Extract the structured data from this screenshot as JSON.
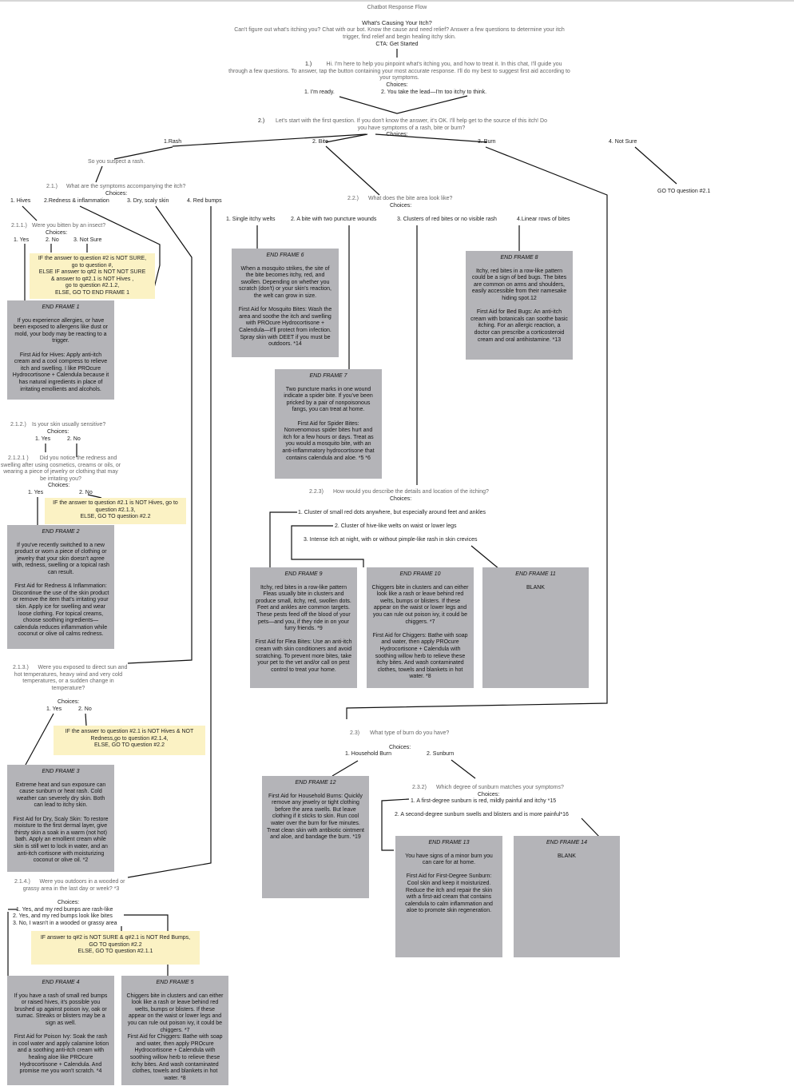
{
  "page_title": "Chatbot Response Flow",
  "header": {
    "heading": "What's Causing Your Itch?",
    "intro": "Can't figure out what's itching you? Chat with our bot. Know the cause and need relief? Answer a few questions to determine your itch trigger, find relief and begin healing itchy skin.",
    "cta": "CTA: Get Started"
  },
  "q1": {
    "num": "1.)",
    "text": "Hi. I'm here to help you pinpoint what's itching you, and how to treat it. In this chat, I'll guide you through a few questions. To answer, tap the button containing your most accurate response. I'll do my best to suggest first aid according to your symptoms.",
    "choices_label": "Choices:",
    "choice1": "1. I'm ready.",
    "choice2": "2. You take the lead—I'm too itchy to think."
  },
  "q2": {
    "num": "2.)",
    "text": "Let's start with the first question. If you don't know the answer, it's OK. I'll help get to the source of this itch! Do you have symptoms of a rash, bite or burn?",
    "choices_label": "Choices:",
    "opt1": "1.Rash",
    "opt2": "2. Bite",
    "opt3": "3. Burn",
    "opt4": "4. Not Sure",
    "goto": "GO TO question #2.1"
  },
  "rash": {
    "suspect": "So you suspect a rash.",
    "q21_num": "2.1.)",
    "q21_text": "What are the symptoms accompanying the itch?",
    "choices_label": "Choices:",
    "c1": "1. Hives",
    "c2": "2.Redness & inflammation",
    "c3": "3. Dry, scaly skin",
    "c4": "4. Red bumps",
    "q211_num": "2.1.1.)",
    "q211_text": "Were you bitten by an insect?",
    "q211_choices": "Choices:",
    "q211_yes": "1. Yes",
    "q211_no": "2. No",
    "q211_ns": "3. Not Sure",
    "q212_num": "2.1.2.)",
    "q212_text": "Is your skin usually sensitive?",
    "q212_choices": "Choices:",
    "q212_yes": "1. Yes",
    "q212_no": "2. No",
    "q2121_num": "2.1.2.1 )",
    "q2121_text": "Did you notice the redness and swelling after using cosmetics, creams or oils, or wearing a piece of jewelry or clothing that may be irritating you?",
    "q2121_choices": "Choices:",
    "q2121_yes": "1. Yes",
    "q2121_no": "2. No",
    "q213_num": "2.1.3.)",
    "q213_text": "Were you exposed to direct sun and hot temperatures, heavy wind and very cold temperatures, or a sudden change in temperature?",
    "q213_choices": "Choices:",
    "q213_yes": "1. Yes",
    "q213_no": "2. No",
    "q214_num": "2.1.4.)",
    "q214_text": "Were you outdoors in a wooded or grassy area in the last day or week? *3",
    "q214_choices": "Choices:",
    "q214_c1": "1. Yes, and my red bumps are rash-like",
    "q214_c2": "2. Yes, and my red bumps look like bites",
    "q214_c3": "3. No, I wasn't in a wooded or grassy area"
  },
  "notes": {
    "n1": "IF the answer to question #2 is NOT SURE,\ngo to question #,\nELSE IF answer to q#2 is NOT NOT SURE\n& answer to q#2.1 is NOT Hives ,\ngo to question #2.1.2,\nELSE, GO TO END FRAME 1",
    "n2": "IF the answer to question #2.1 is NOT Hives, go to\nquestion #2.1.3,\nELSE, GO TO question #2.2",
    "n3": "IF the answer to question #2.1 is NOT Hives & NOT\nRedness,go to question #2.1.4,\nELSE, GO TO question #2.2",
    "n4": "IF answer to q#2 is NOT SURE & q#2.1 is NOT Red Bumps,\nGO TO question #2.2\nELSE, GO TO question #2.1.1"
  },
  "bite": {
    "q22_num": "2.2.)",
    "q22_text": "What does the bite area look like?",
    "choices_label": "Choices:",
    "c1": "1. Single itchy welts",
    "c2": "2. A bite with two puncture wounds",
    "c3": "3. Clusters of red bites or no visible rash",
    "c4": "4.Linear rows of bites",
    "q223_num": "2.2.3)",
    "q223_text": "How would you describe the details and location of the itching?",
    "q223_choices": "Choices:",
    "q223_c1": "1. Cluster of small red dots anywhere, but especially around feet and ankles",
    "q223_c2": "2. Cluster of hive-like welts on waist or lower legs",
    "q223_c3": "3. Intense itch at night, with or without pimple-like rash in skin crevices"
  },
  "burn": {
    "q23_num": "2.3)",
    "q23_text": "What type of burn do you have?",
    "choices_label": "Choices:",
    "c1": "1. Household Burn",
    "c2": "2. Sunburn",
    "q232_num": "2.3.2)",
    "q232_text": "Which degree of sunburn matches your symptoms?",
    "q232_choices": "Choices:",
    "q232_c1": "1. A first-degree sunburn is red, mildly painful and itchy *15",
    "q232_c2": "2. A second-degree sunburn swells and blisters and is more painful*16"
  },
  "frames": {
    "f1": {
      "title": "END FRAME 1",
      "body": "If you experience allergies, or have been exposed to allergens like dust or mold, your body may be reacting to a trigger.\n\nFirst Aid for Hives: Apply anti-itch cream and a cool compress to relieve itch and swelling. I like PROcure Hydrocortisone + Calendula because it has natural ingredients in place of irritating emollients and alcohols."
    },
    "f2": {
      "title": "END FRAME 2",
      "body": "If you've recently switched to a new product or worn a piece of clothing or jewelry that your skin doesn't agree with, redness, swelling or a topical rash can result.\n\nFirst Aid for Redness & Inflammation: Discontinue the use of the skin product or remove the item that's irritating your skin. Apply ice for swelling and wear loose clothing. For topical creams, choose soothing ingredients—calendula reduces inflammation while coconut or olive oil calms redness."
    },
    "f3": {
      "title": "END FRAME 3",
      "body": "Extreme heat and sun exposure can cause sunburn or heat rash. Cold weather can severely dry skin. Both can lead to itchy skin.\n\nFirst Aid for Dry, Scaly Skin: To restore moisture to the first dermal layer, give thirsty skin a soak in a warm (not hot) bath. Apply an emollient cream while skin is still wet to lock in water, and an anti-itch cortisone with moisturizing coconut or olive oil. *2"
    },
    "f4": {
      "title": "END FRAME 4",
      "body": "If you have a rash of small red bumps or raised hives, it's possible you brushed up against poison ivy, oak or sumac. Streaks or blisters may be a sign as well.\n\nFirst Aid for Poison Ivy: Soak the rash in cool water and apply calamine lotion and a soothing anti-itch cream with healing aloe like PROcure Hydrocortisone + Calendula. And promise me you won't scratch. *4"
    },
    "f5": {
      "title": "END FRAME 5",
      "body": "Chiggers bite in clusters and can either look like a rash or leave behind red welts, bumps or blisters. If these appear on the waist or lower legs and you can rule out poison ivy, it could be chiggers. *7\nFirst Aid for Chiggers: Bathe with soap and water, then apply PROcure Hydrocortisone + Calendula with soothing willow herb to relieve these itchy bites. And wash contaminated clothes, towels and blankets in hot water. *8"
    },
    "f6": {
      "title": "END FRAME 6",
      "body": "When a mosquito strikes, the site of the bite becomes itchy, red, and swollen. Depending on whether you scratch (don't) or your skin's reaction, the welt can grow in size.\n\nFirst Aid for Mosquito Bites: Wash the area and soothe the itch and swelling with PROcure Hydrocortisone + Calendula—it'll protect from infection. Spray skin with DEET if you must be outdoors. *14"
    },
    "f7": {
      "title": "END FRAME 7",
      "body": "Two puncture marks in one wound indicate a spider bite. If you've been pricked by a pair of nonpoisonous fangs, you can treat at home.\n\nFirst Aid for Spider Bites: Nonvenomous spider bites hurt and itch for a few hours or days. Treat as you would a mosquito bite, with an anti-inflammatory hydrocortisone that contains calendula and aloe. *5 *6"
    },
    "f8": {
      "title": "END FRAME 8",
      "body": "Itchy, red bites in a row-like pattern could be a sign of bed bugs. The bites are common on arms and shoulders, easily accessible from their namesake hiding spot.12\n\nFirst Aid for Bed Bugs: An anti-itch cream with botanicals can soothe basic itching. For an allergic reaction, a doctor can prescribe a corticosteroid cream and oral antihistamine. *13"
    },
    "f9": {
      "title": "END FRAME 9",
      "body": "Itchy, red bites in a row-like pattern Fleas usually bite in clusters and produce small, itchy, red, swollen dots. Feet and ankles are common targets. These pests feed off the blood of your pets—and you, if they ride in on your furry friends. *9\n\nFirst Aid for Flea Bites: Use an anti-itch cream with skin conditioners and avoid scratching. To prevent more bites, take your pet to the vet and/or call on pest control to treat your home."
    },
    "f10": {
      "title": "END FRAME 10",
      "body": "Chiggers bite in clusters and can either look like a rash or leave behind red welts, bumps or blisters. If these appear on the waist or lower legs and you can rule out poison ivy, it could be chiggers. *7\n\nFirst Aid for Chiggers: Bathe with soap and water, then apply PROcure Hydrocortisone + Calendula with soothing willow herb to relieve these itchy bites. And wash contaminated clothes, towels and blankets in hot water. *8"
    },
    "f11": {
      "title": "END FRAME 11",
      "body": "BLANK"
    },
    "f12": {
      "title": "END FRAME 12",
      "body": "First Aid for Household Burns: Quickly remove any jewelry or tight clothing before the area swells. But leave clothing if it sticks to skin. Run cool water over the burn for five minutes. Treat clean skin with antibiotic ointment and aloe, and bandage the burn. *19"
    },
    "f13": {
      "title": "END FRAME 13",
      "body": "You have signs of a minor burn you can care for at home.\n\nFirst Aid for First-Degree Sunburn: Cool skin and keep it moisturized. Reduce the itch and repair the skin with a first-aid cream that contains calendula to calm inflammation and aloe to promote skin regeneration."
    },
    "f14": {
      "title": "END FRAME 14",
      "body": "BLANK"
    }
  }
}
